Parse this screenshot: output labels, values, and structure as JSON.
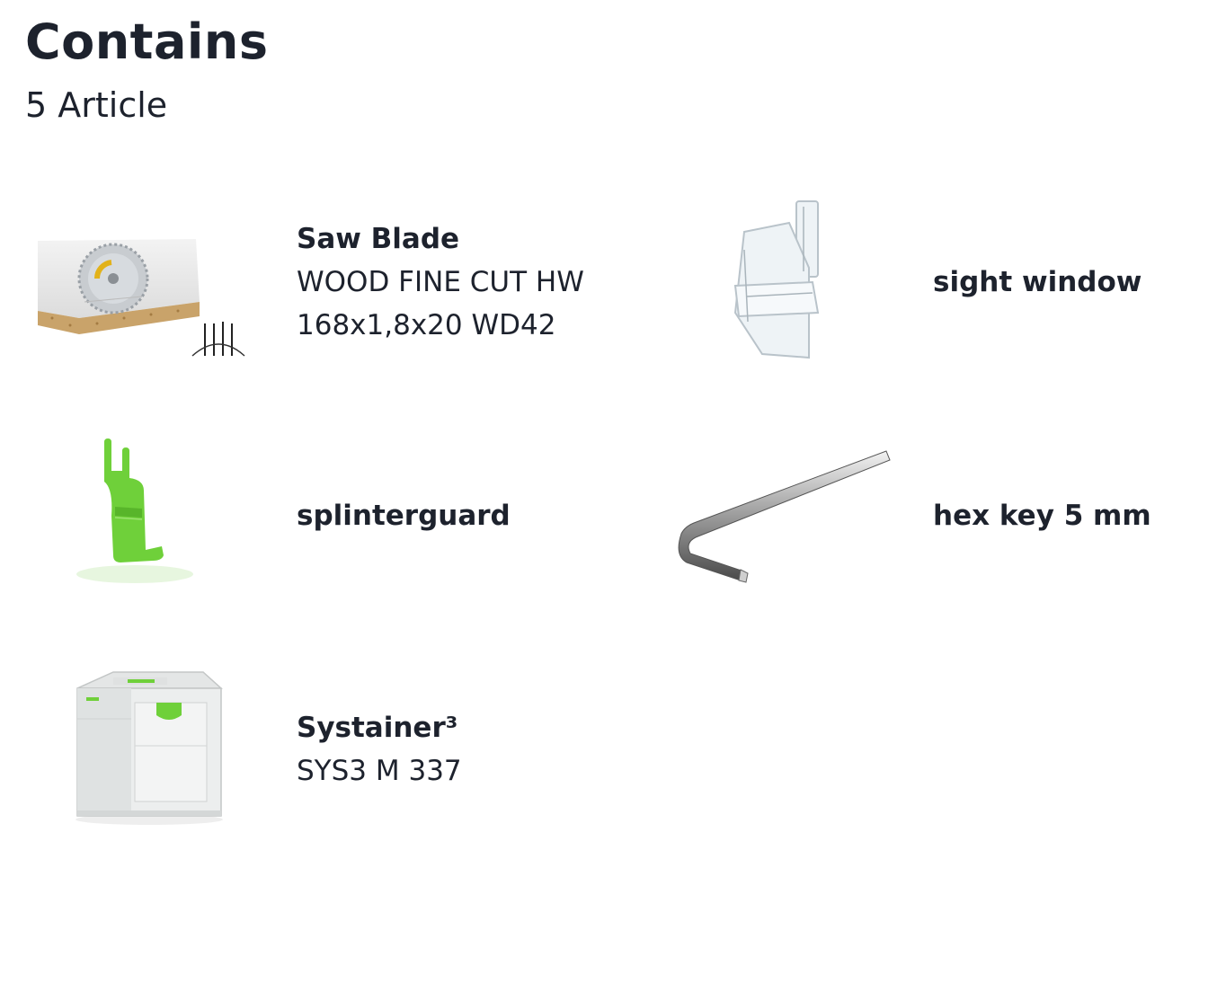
{
  "header": {
    "title": "Contains",
    "count_label": "5 Article"
  },
  "items": [
    {
      "name": "Saw Blade",
      "lines": [
        "WOOD FINE CUT HW",
        "168x1,8x20 WD42"
      ],
      "icon": "saw-blade-image"
    },
    {
      "name": "sight window",
      "lines": [],
      "icon": "sight-window-image"
    },
    {
      "name": "splinterguard",
      "lines": [],
      "icon": "splinterguard-image"
    },
    {
      "name": "hex key 5 mm",
      "lines": [],
      "icon": "hex-key-image"
    },
    {
      "name": "Systainer³",
      "lines": [
        "SYS3 M 337"
      ],
      "icon": "systainer-image"
    }
  ],
  "colors": {
    "text": "#1d222d",
    "accent": "#6fd03a",
    "background": "#ffffff"
  }
}
